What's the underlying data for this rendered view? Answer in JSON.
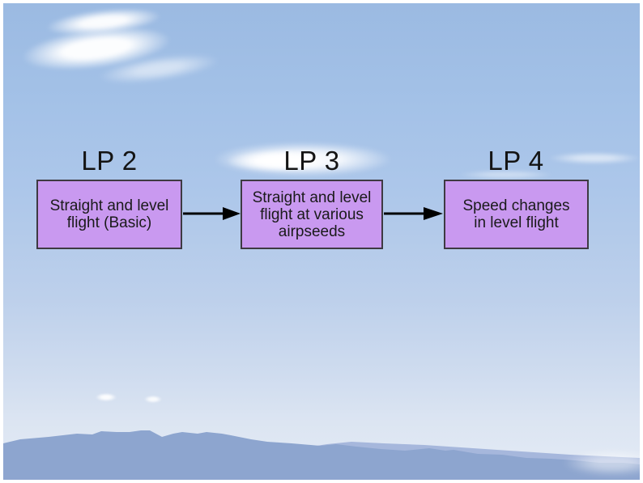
{
  "slide": {
    "flow": {
      "steps": [
        {
          "id": "lp2",
          "heading": "LP 2",
          "label": "Straight and level flight (Basic)"
        },
        {
          "id": "lp3",
          "heading": "LP 3",
          "label": "Straight and level flight at various airpseeds"
        },
        {
          "id": "lp4",
          "heading": "LP 4",
          "label": "Speed changes in level flight"
        }
      ]
    },
    "colors": {
      "box_fill": "#c999f0",
      "box_border": "#3e3a42",
      "box_text": "#1a1a1a",
      "heading_text": "#141414",
      "arrow": "#000000",
      "sky_top": "#9bbae2",
      "sky_horizon": "#e4ebf6",
      "mountain_near": "#8da5cf",
      "mountain_far": "#a6b7dc",
      "cloud": "#ffffff",
      "frame": "#ffffff"
    }
  }
}
